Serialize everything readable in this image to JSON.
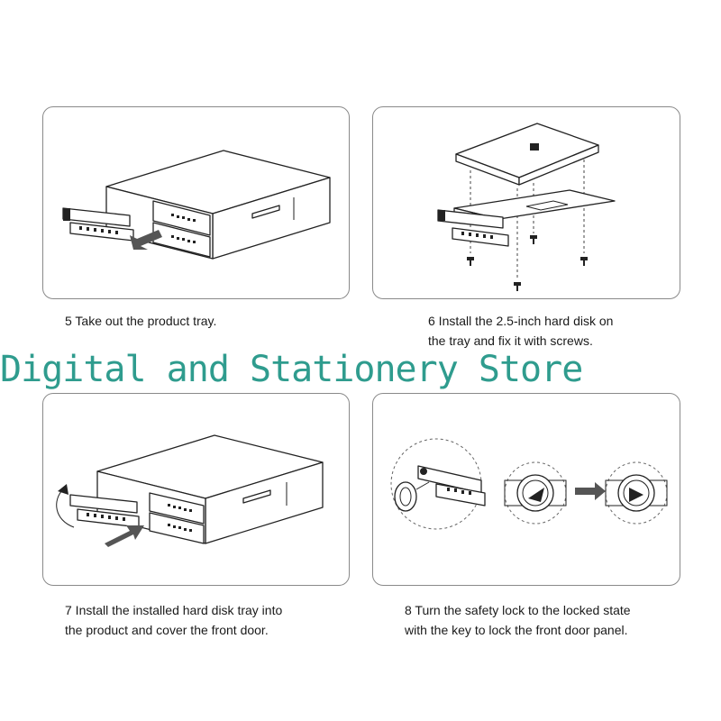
{
  "steps": [
    {
      "number": "5",
      "lines": [
        "5 Take out the product tray."
      ]
    },
    {
      "number": "6",
      "lines": [
        "6 Install the 2.5-inch hard disk on",
        "the tray and fix it with screws."
      ]
    },
    {
      "number": "7",
      "lines": [
        "7 Install the installed hard disk tray into",
        "the product and cover the front door."
      ]
    },
    {
      "number": "8",
      "lines": [
        "8 Turn the safety lock to the locked state",
        "with the key to lock the front door panel."
      ]
    }
  ],
  "watermark": "Digital and Stationery Store",
  "colors": {
    "watermark": "#2f9c8e",
    "panel_border": "#8a8a8a",
    "line_art": "#222222"
  },
  "icons": [
    "enclosure-illustration",
    "hard-disk-illustration",
    "screw-icon",
    "arrow-icon",
    "lock-icon"
  ]
}
